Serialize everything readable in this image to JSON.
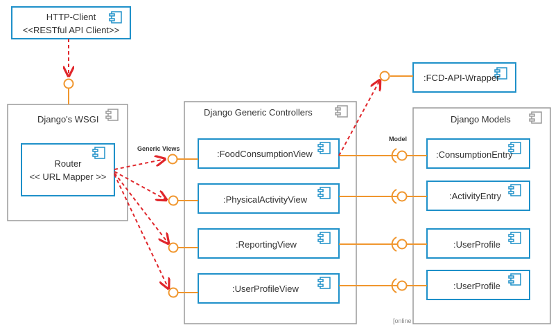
{
  "colors": {
    "component_stroke": "#1e90c9",
    "container_stroke": "#9a9a9a",
    "interface": "#f0962e",
    "dependency": "#e0262b",
    "text": "#333333"
  },
  "http_client": {
    "title": "HTTP-Client",
    "stereotype": "<<RESTful API Client>>"
  },
  "wsgi": {
    "title": "Django's WSGI"
  },
  "router": {
    "title": "Router",
    "stereotype": "<< URL Mapper >>"
  },
  "controllers": {
    "title": "Django Generic Controllers",
    "views": [
      ":FoodConsumptionView",
      ":PhysicalActivityView",
      ":ReportingView",
      ":UserProfileView"
    ]
  },
  "models": {
    "title": "Django Models",
    "entities": [
      ":ConsumptionEntry",
      ":ActivityEntry",
      ":UserProfile",
      ":UserProfile"
    ]
  },
  "fcd": {
    "title": ":FCD-API-Wrapper"
  },
  "labels": {
    "generic_views": "Generic Views",
    "model": "Model"
  },
  "watermark": "[online"
}
